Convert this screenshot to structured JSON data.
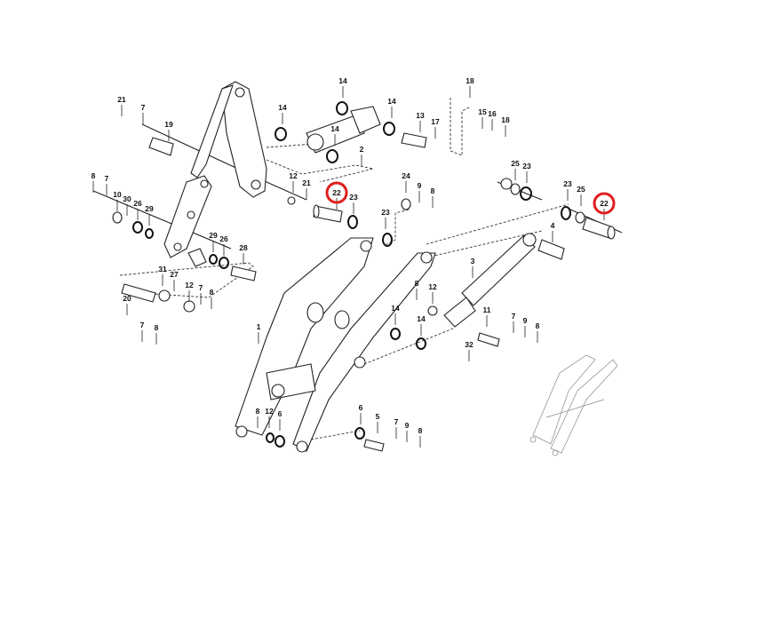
{
  "callouts": [
    "21",
    "7",
    "19",
    "14",
    "14",
    "14",
    "2",
    "14",
    "13",
    "17",
    "18",
    "15",
    "16",
    "18",
    "8",
    "7",
    "10",
    "30",
    "26",
    "29",
    "12",
    "21",
    "22",
    "23",
    "23",
    "24",
    "9",
    "8",
    "25",
    "23",
    "23",
    "25",
    "22",
    "4",
    "29",
    "26",
    "28",
    "31",
    "27",
    "12",
    "7",
    "8",
    "20",
    "7",
    "8",
    "1",
    "3",
    "8",
    "12",
    "14",
    "14",
    "11",
    "7",
    "9",
    "8",
    "32",
    "8",
    "12",
    "6",
    "6",
    "5",
    "7",
    "9",
    "8"
  ],
  "highlighted_part": "22",
  "highlight_color": "#e01e1e"
}
